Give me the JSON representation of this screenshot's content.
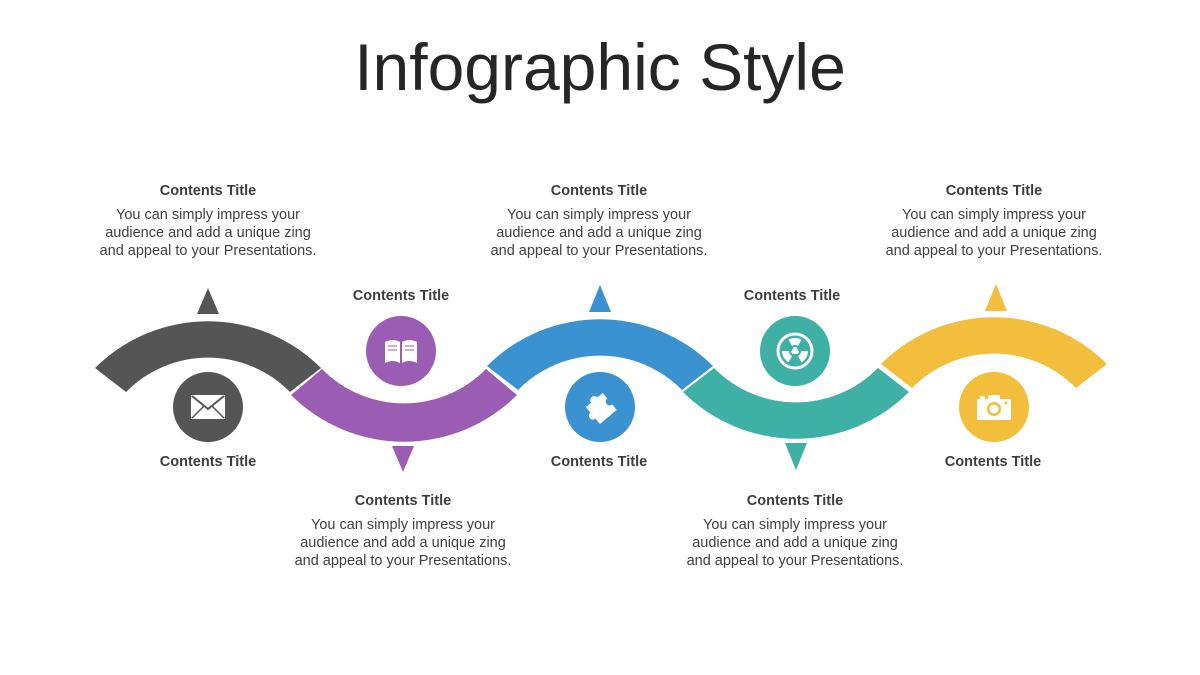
{
  "title": "Infographic Style",
  "colors": {
    "gray": "#555555",
    "purple": "#9B5DB4",
    "blue": "#3A92D0",
    "teal": "#3FB0A6",
    "yellow": "#F3BE3C"
  },
  "steps": [
    {
      "color": "gray",
      "icon": "envelope-icon",
      "label": "Contents Title",
      "title": "Contents Title",
      "text": "You can simply impress your audience and add a unique zing and appeal to your Presentations."
    },
    {
      "color": "purple",
      "icon": "book-icon",
      "label": "Contents Title",
      "title": "Contents Title",
      "text": "You can simply impress your audience and add a unique zing and appeal to your Presentations."
    },
    {
      "color": "blue",
      "icon": "puzzle-icon",
      "label": "Contents Title",
      "title": "Contents Title",
      "text": "You can simply impress your audience and add a unique zing and appeal to your Presentations."
    },
    {
      "color": "teal",
      "icon": "radiation-icon",
      "label": "Contents Title",
      "title": "Contents Title",
      "text": "You can simply impress your audience and add a unique zing and appeal to your Presentations."
    },
    {
      "color": "yellow",
      "icon": "camera-icon",
      "label": "Contents Title",
      "label_only": true,
      "title": "Contents Title",
      "text": "You can simply impress your audience and add a unique zing and appeal to your Presentations."
    }
  ]
}
